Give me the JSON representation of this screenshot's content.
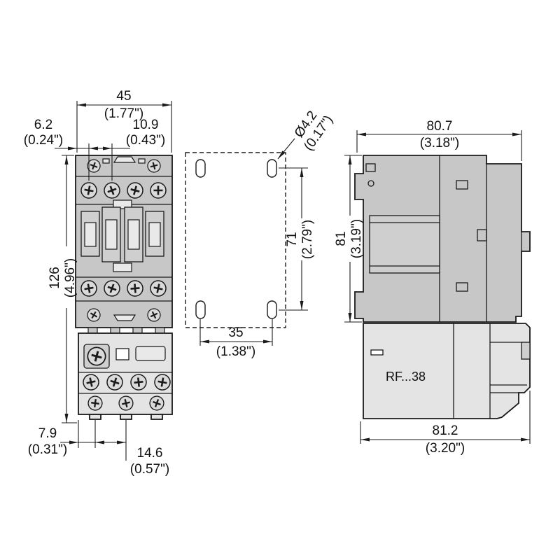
{
  "colors": {
    "line": "#1a1a1a",
    "body_gray": "#c7c7c7",
    "relay_gray": "#e4e4e4",
    "screw_gray": "#dadada",
    "inner_mid": "#cfcfcf",
    "inner_light": "#e9e9e9"
  },
  "views": {
    "front": {
      "dims": {
        "width_mm": "45",
        "width_in": "(1.77\")",
        "pitch_a_mm": "6.2",
        "pitch_a_in": "(0.24\")",
        "pitch_b_mm": "10.9",
        "pitch_b_in": "(0.43\")",
        "height_mm": "126",
        "height_in": "(4.96\")",
        "foot_offset_mm": "7.9",
        "foot_offset_in": "(0.31\")",
        "foot_pitch_mm": "14.6",
        "foot_pitch_in": "(0.57\")"
      }
    },
    "mounting": {
      "dims": {
        "hole_dia_mm": "Ø4.2",
        "hole_dia_in": "(0.17\")",
        "pitch_v_mm": "71",
        "pitch_v_in": "(2.79\")",
        "pitch_h_mm": "35",
        "pitch_h_in": "(1.38\")"
      }
    },
    "side": {
      "label": "RF...38",
      "dims": {
        "depth_mm": "80.7",
        "depth_in": "(3.18\")",
        "height_mm": "81",
        "height_in": "(3.19\")",
        "total_depth_mm": "81.2",
        "total_depth_in": "(3.20\")"
      }
    }
  }
}
